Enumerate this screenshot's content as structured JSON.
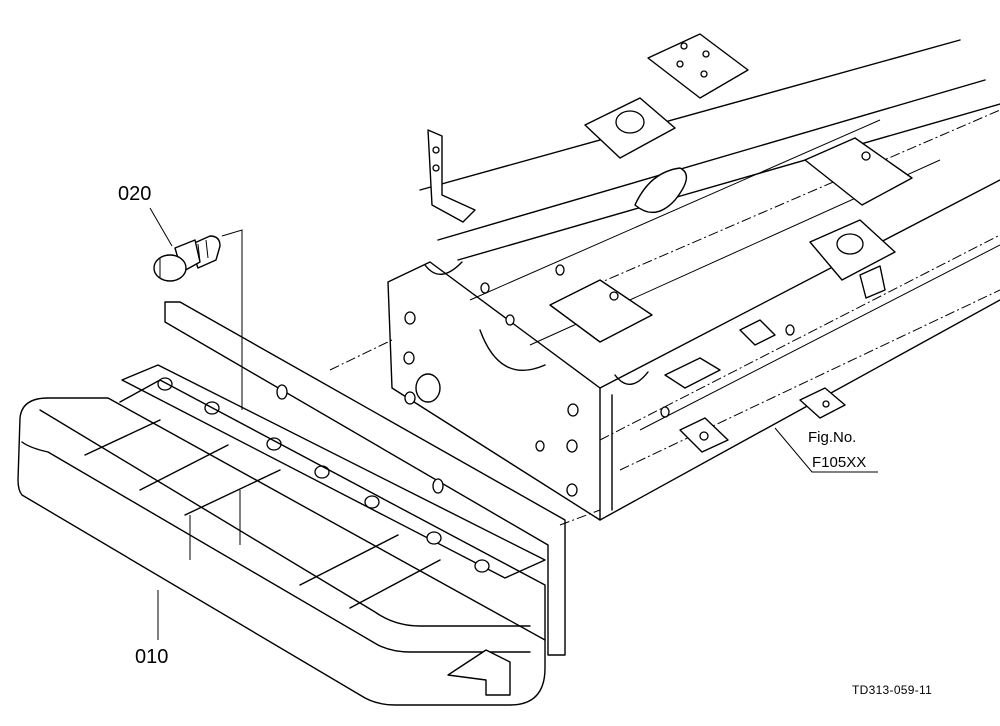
{
  "diagram": {
    "parts": [
      {
        "id": "part-010",
        "label": "010"
      },
      {
        "id": "part-020",
        "label": "020"
      }
    ],
    "reference": {
      "line1": "Fig.No.",
      "line2": "F105XX"
    },
    "drawing_code": "TD313-059-11"
  }
}
